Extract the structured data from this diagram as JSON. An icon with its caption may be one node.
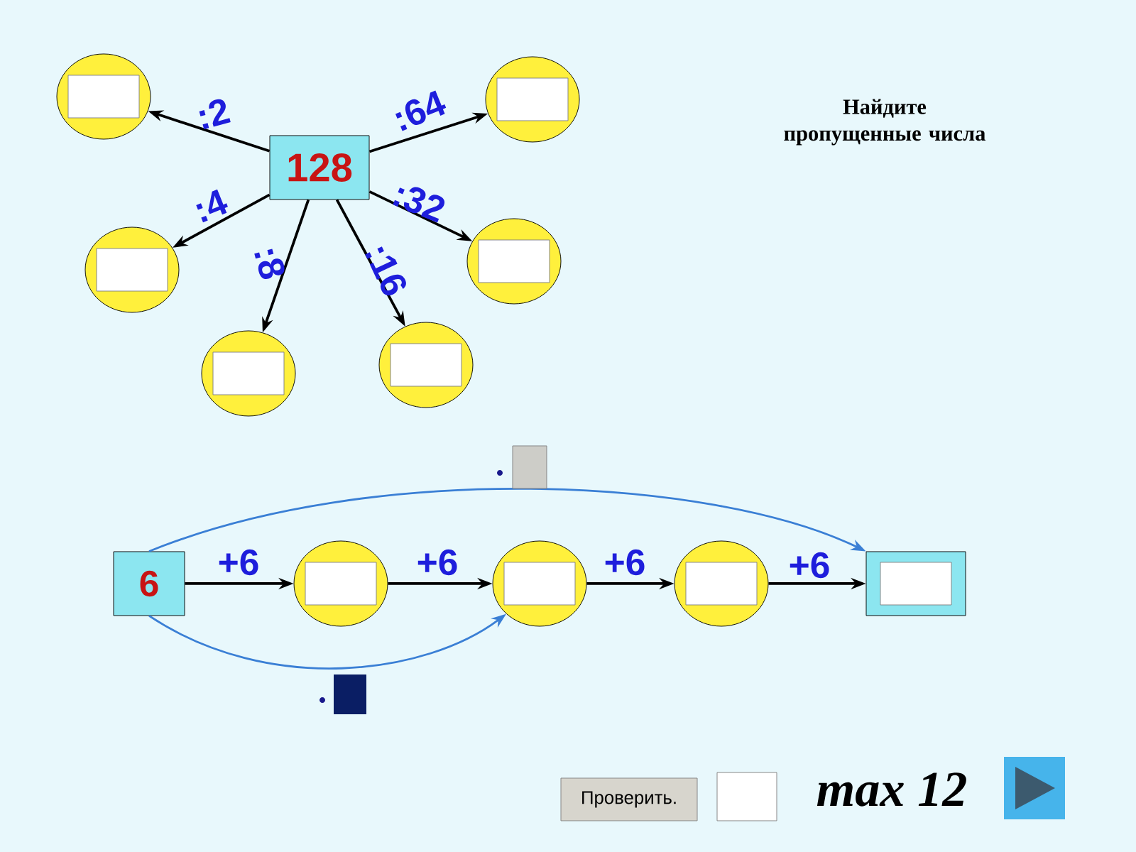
{
  "diagram": {
    "title": "Найдите пропущенные числа",
    "nodes": [
      {
        "text": [
          "128"
        ]
      },
      {
        "text": [],
        "shape": "circle"
      },
      {
        "text": [],
        "shape": "circle"
      },
      {
        "text": [],
        "shape": "circle"
      },
      {
        "text": [],
        "shape": "circle"
      },
      {
        "text": [],
        "shape": "circle"
      },
      {
        "text": [],
        "shape": "circle"
      },
      {
        "text": [
          "6"
        ]
      },
      {
        "text": [],
        "shape": "circle"
      },
      {
        "text": [],
        "shape": "circle"
      },
      {
        "text": [],
        "shape": "circle"
      },
      {
        "text": [],
        "shape": "box"
      }
    ],
    "edges": [
      {
        "from": 0,
        "to": 1,
        "arrow": "to",
        "label": ":2"
      },
      {
        "from": 0,
        "to": 2,
        "arrow": "to",
        "label": ":64"
      },
      {
        "from": 0,
        "to": 3,
        "arrow": "to",
        "label": ":4"
      },
      {
        "from": 0,
        "to": 4,
        "arrow": "to",
        "label": ":32"
      },
      {
        "from": 0,
        "to": 5,
        "arrow": "to",
        "label": ":8"
      },
      {
        "from": 0,
        "to": 6,
        "arrow": "to",
        "label": ":16"
      },
      {
        "from": 7,
        "to": 8,
        "arrow": "to",
        "label": "+6"
      },
      {
        "from": 8,
        "to": 9,
        "arrow": "to",
        "label": "+6"
      },
      {
        "from": 9,
        "to": 10,
        "arrow": "to",
        "label": "+6"
      },
      {
        "from": 10,
        "to": 11,
        "arrow": "to",
        "label": "+6"
      },
      {
        "from": 7,
        "to": 11,
        "arrow": "to",
        "color": "#3a7fd5"
      },
      {
        "from": 7,
        "to": 9,
        "arrow": "to",
        "color": "#3a7fd5"
      }
    ],
    "labels": [
      "Проверить.",
      "max 12"
    ]
  }
}
